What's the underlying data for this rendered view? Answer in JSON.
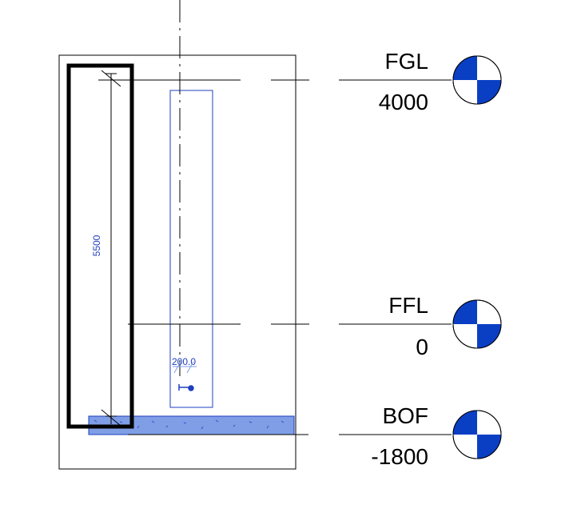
{
  "colors": {
    "background": "#ffffff",
    "line": "#000000",
    "annotation_blue": "#1f3fbf",
    "slab_fill": "#7f9ee6",
    "level_head_blue": "#0a3fc4"
  },
  "levels": [
    {
      "id": "fgl",
      "name": "FGL",
      "elevation": "4000"
    },
    {
      "id": "ffl",
      "name": "FFL",
      "elevation": "0"
    },
    {
      "id": "bof",
      "name": "BOF",
      "elevation": "-1800"
    }
  ],
  "dimensions": {
    "vertical_height": "5500",
    "wall_thickness": "200.0"
  },
  "icons": {
    "level_head": "level-head-icon",
    "section_mark": "section-mark-icon"
  }
}
